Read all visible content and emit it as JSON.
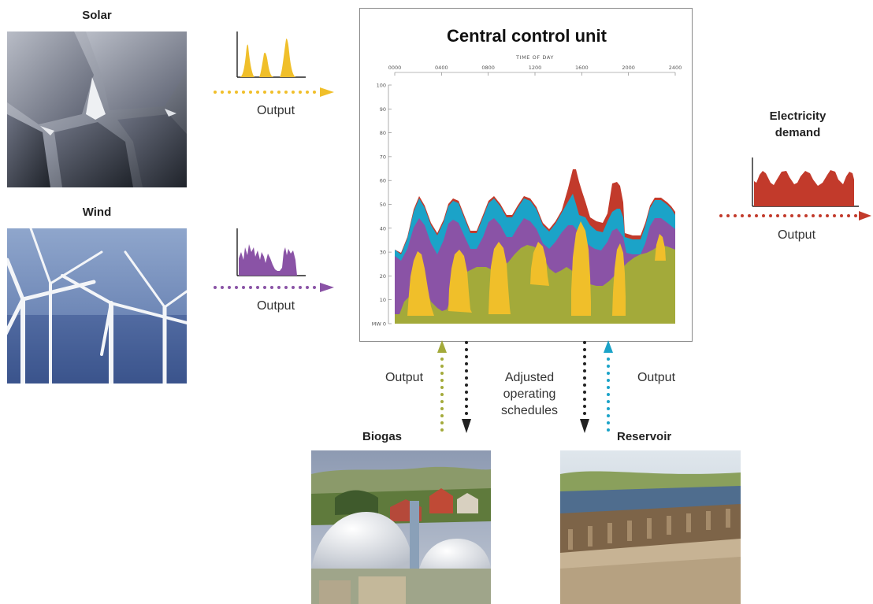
{
  "solar": {
    "title": "Solar",
    "output_label": "Output",
    "color": "#f0bf2a"
  },
  "wind": {
    "title": "Wind",
    "output_label": "Output",
    "color": "#8a53a6"
  },
  "demand": {
    "title_line1": "Electricity",
    "title_line2": "demand",
    "output_label": "Output",
    "color": "#c23a2b"
  },
  "central": {
    "title": "Central control unit"
  },
  "biogas": {
    "title": "Biogas",
    "output_label": "Output",
    "color": "#a3aa3a"
  },
  "reservoir": {
    "title": "Reservoir",
    "output_label": "Output",
    "color": "#1ba3c8"
  },
  "schedules": {
    "line1": "Adjusted",
    "line2": "operating",
    "line3": "schedules",
    "arrow_color": "#222222"
  },
  "chart_data": {
    "type": "area",
    "x_axis_title": "TIME OF DAY",
    "x_ticks": [
      "0000",
      "0400",
      "0800",
      "1200",
      "1600",
      "2000",
      "2400"
    ],
    "y_ticks": [
      "MW 0",
      "10",
      "20",
      "30",
      "40",
      "50",
      "60",
      "70",
      "80",
      "90",
      "100"
    ],
    "ylim": [
      0,
      100
    ],
    "xlim": [
      0,
      24
    ],
    "colors": {
      "biogas": "#a3aa3a",
      "solar": "#f0bf2a",
      "wind": "#8a53a6",
      "reservoir": "#1ba3c8",
      "demand": "#c23a2b"
    }
  }
}
